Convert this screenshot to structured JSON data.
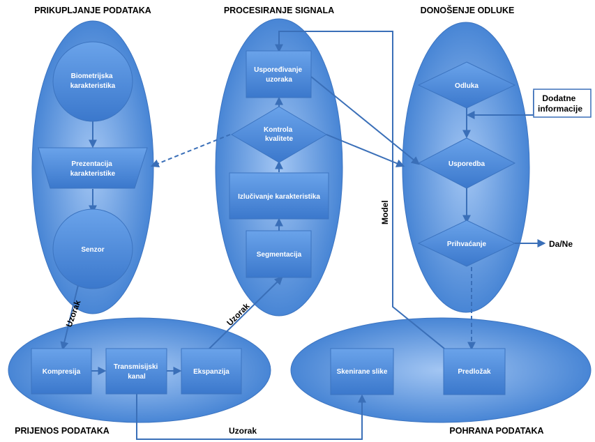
{
  "sections": {
    "acquisition": "PRIKUPLJANJE PODATAKA",
    "processing": "PROCESIRANJE SIGNALA",
    "decision": "DONOŠENJE ODLUKE",
    "transmission": "PRIJENOS PODATAKA",
    "storage": "POHRANA PODATAKA"
  },
  "nodes": {
    "biometric": [
      "Biometrijska",
      "karakteristika"
    ],
    "presentation": [
      "Prezentacija",
      "karakteristike"
    ],
    "sensor": [
      "Senzor"
    ],
    "matching": [
      "Uspoređivanje",
      "uzoraka"
    ],
    "quality": [
      "Kontrola",
      "kvalitete"
    ],
    "extraction": [
      "Izlučivanje karakteristika"
    ],
    "segmentation": [
      "Segmentacija"
    ],
    "decision": [
      "Odluka"
    ],
    "compare": [
      "Usporedba"
    ],
    "accept": [
      "Prihvaćanje"
    ],
    "compression": [
      "Kompresija"
    ],
    "channel": [
      "Transmisijski",
      "kanal"
    ],
    "expansion": [
      "Ekspanzija"
    ],
    "scanned": [
      "Skenirane slike"
    ],
    "template": [
      "Predložak"
    ]
  },
  "extra_info": [
    "Dodatne",
    "informacije"
  ],
  "labels": {
    "sample_left": "Uzorak",
    "sample_mid": "Uzorak",
    "sample_bottom": "Uzorak",
    "model": "Model",
    "result": "Da/Ne"
  },
  "colors": {
    "fill_light": "#8db8ee",
    "fill_dark": "#3f7fd2",
    "stroke": "#3c74c0",
    "line": "#3a6fb8"
  }
}
